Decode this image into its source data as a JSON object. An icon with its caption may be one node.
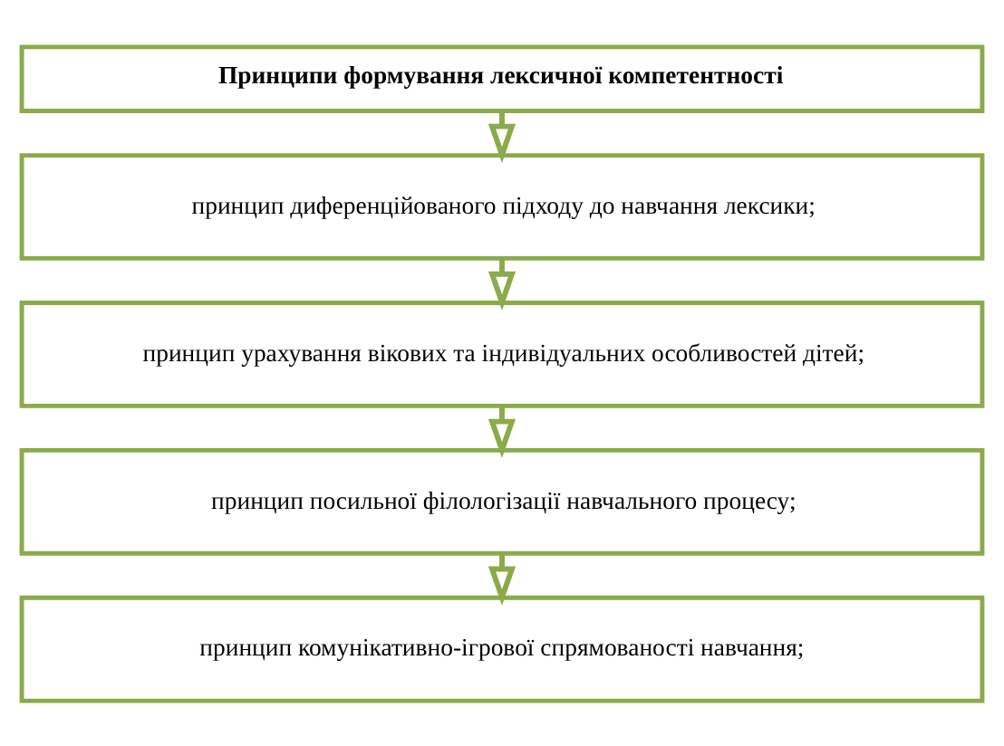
{
  "diagram": {
    "nodes": [
      {
        "text": [
          "Принципи формування лексичної компетентності"
        ]
      },
      {
        "text": [
          "принцип диференційованого підходу до навчання лексики;"
        ]
      },
      {
        "text": [
          "принцип урахування вікових та індивідуальних особливостей дітей;"
        ]
      },
      {
        "text": [
          "принцип посильної філологізації навчального процесу;"
        ]
      },
      {
        "text": [
          "принцип комунікативно-ігрової спрямованості навчання;"
        ]
      }
    ],
    "edges": [
      {
        "from": 0,
        "to": 1,
        "arrow": "to"
      },
      {
        "from": 1,
        "to": 2,
        "arrow": "to"
      },
      {
        "from": 2,
        "to": 3,
        "arrow": "to"
      },
      {
        "from": 3,
        "to": 4,
        "arrow": "to"
      }
    ]
  }
}
